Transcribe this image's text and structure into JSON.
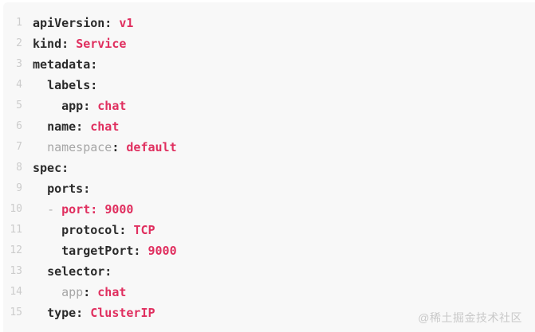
{
  "page": {
    "background": "#ffffff",
    "watermark": "@稀土掘金技术社区"
  },
  "code_block": {
    "language": "yaml",
    "background": "#f8f8f8",
    "colors": {
      "line_number": "#cccccc",
      "key": "#2b2b2b",
      "value": "#e02f5f",
      "dim_key": "#a6a6a6",
      "bullet": "#b3b3b3",
      "colon": "#2b2b2b",
      "watermark": "#c9c9c9"
    },
    "lines": [
      {
        "num": "1",
        "tokens": [
          {
            "c": "key",
            "t": "apiVersion:"
          },
          {
            "c": "sp",
            "t": " "
          },
          {
            "c": "val",
            "t": "v1"
          }
        ]
      },
      {
        "num": "2",
        "tokens": [
          {
            "c": "key",
            "t": "kind:"
          },
          {
            "c": "sp",
            "t": " "
          },
          {
            "c": "val",
            "t": "Service"
          }
        ]
      },
      {
        "num": "3",
        "tokens": [
          {
            "c": "key",
            "t": "metadata:"
          }
        ]
      },
      {
        "num": "4",
        "tokens": [
          {
            "c": "sp",
            "t": "  "
          },
          {
            "c": "key",
            "t": "labels:"
          }
        ]
      },
      {
        "num": "5",
        "tokens": [
          {
            "c": "sp",
            "t": "    "
          },
          {
            "c": "key",
            "t": "app:"
          },
          {
            "c": "sp",
            "t": " "
          },
          {
            "c": "val",
            "t": "chat"
          }
        ]
      },
      {
        "num": "6",
        "tokens": [
          {
            "c": "sp",
            "t": "  "
          },
          {
            "c": "key",
            "t": "name:"
          },
          {
            "c": "sp",
            "t": " "
          },
          {
            "c": "val",
            "t": "chat"
          }
        ]
      },
      {
        "num": "7",
        "tokens": [
          {
            "c": "sp",
            "t": "  "
          },
          {
            "c": "dim",
            "t": "namespace"
          },
          {
            "c": "colon",
            "t": ":"
          },
          {
            "c": "sp",
            "t": " "
          },
          {
            "c": "val",
            "t": "default"
          }
        ]
      },
      {
        "num": "8",
        "tokens": [
          {
            "c": "key",
            "t": "spec:"
          }
        ]
      },
      {
        "num": "9",
        "tokens": [
          {
            "c": "sp",
            "t": "  "
          },
          {
            "c": "key",
            "t": "ports:"
          }
        ]
      },
      {
        "num": "10",
        "tokens": [
          {
            "c": "sp",
            "t": "  "
          },
          {
            "c": "bullet",
            "t": "-"
          },
          {
            "c": "sp",
            "t": " "
          },
          {
            "c": "val",
            "t": "port:"
          },
          {
            "c": "sp",
            "t": " "
          },
          {
            "c": "val",
            "t": "9000"
          }
        ]
      },
      {
        "num": "11",
        "tokens": [
          {
            "c": "sp",
            "t": "    "
          },
          {
            "c": "key",
            "t": "protocol:"
          },
          {
            "c": "sp",
            "t": " "
          },
          {
            "c": "val",
            "t": "TCP"
          }
        ]
      },
      {
        "num": "12",
        "tokens": [
          {
            "c": "sp",
            "t": "    "
          },
          {
            "c": "key",
            "t": "targetPort:"
          },
          {
            "c": "sp",
            "t": " "
          },
          {
            "c": "val",
            "t": "9000"
          }
        ]
      },
      {
        "num": "13",
        "tokens": [
          {
            "c": "sp",
            "t": "  "
          },
          {
            "c": "key",
            "t": "selector:"
          }
        ]
      },
      {
        "num": "14",
        "tokens": [
          {
            "c": "sp",
            "t": "    "
          },
          {
            "c": "dim",
            "t": "app"
          },
          {
            "c": "colon",
            "t": ":"
          },
          {
            "c": "sp",
            "t": " "
          },
          {
            "c": "val",
            "t": "chat"
          }
        ]
      },
      {
        "num": "15",
        "tokens": [
          {
            "c": "sp",
            "t": "  "
          },
          {
            "c": "key",
            "t": "type:"
          },
          {
            "c": "sp",
            "t": " "
          },
          {
            "c": "val",
            "t": "ClusterIP"
          }
        ]
      }
    ]
  }
}
